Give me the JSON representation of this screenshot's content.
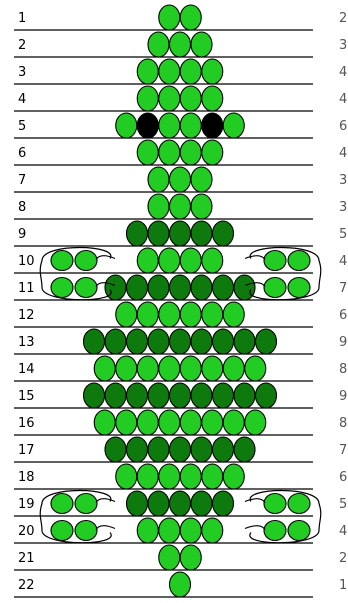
{
  "pattern": {
    "rows": [
      {
        "label": "1",
        "count": "2",
        "beads": [
          "L",
          "L"
        ]
      },
      {
        "label": "2",
        "count": "3",
        "beads": [
          "L",
          "L",
          "L"
        ]
      },
      {
        "label": "3",
        "count": "4",
        "beads": [
          "L",
          "L",
          "L",
          "L"
        ]
      },
      {
        "label": "4",
        "count": "4",
        "beads": [
          "L",
          "L",
          "L",
          "L"
        ]
      },
      {
        "label": "5",
        "count": "6",
        "beads": [
          "L",
          "K",
          "L",
          "L",
          "K",
          "L"
        ]
      },
      {
        "label": "6",
        "count": "4",
        "beads": [
          "L",
          "L",
          "L",
          "L"
        ]
      },
      {
        "label": "7",
        "count": "3",
        "beads": [
          "L",
          "L",
          "L"
        ]
      },
      {
        "label": "8",
        "count": "3",
        "beads": [
          "L",
          "L",
          "L"
        ]
      },
      {
        "label": "9",
        "count": "5",
        "beads": [
          "D",
          "D",
          "D",
          "D",
          "D"
        ]
      },
      {
        "label": "10",
        "count": "4",
        "beads": [
          "L",
          "L",
          "L",
          "L"
        ]
      },
      {
        "label": "11",
        "count": "7",
        "beads": [
          "D",
          "D",
          "D",
          "D",
          "D",
          "D",
          "D"
        ]
      },
      {
        "label": "12",
        "count": "6",
        "beads": [
          "L",
          "L",
          "L",
          "L",
          "L",
          "L"
        ]
      },
      {
        "label": "13",
        "count": "9",
        "beads": [
          "D",
          "D",
          "D",
          "D",
          "D",
          "D",
          "D",
          "D",
          "D"
        ]
      },
      {
        "label": "14",
        "count": "8",
        "beads": [
          "L",
          "L",
          "L",
          "L",
          "L",
          "L",
          "L",
          "L"
        ]
      },
      {
        "label": "15",
        "count": "9",
        "beads": [
          "D",
          "D",
          "D",
          "D",
          "D",
          "D",
          "D",
          "D",
          "D"
        ]
      },
      {
        "label": "16",
        "count": "8",
        "beads": [
          "L",
          "L",
          "L",
          "L",
          "L",
          "L",
          "L",
          "L"
        ]
      },
      {
        "label": "17",
        "count": "7",
        "beads": [
          "D",
          "D",
          "D",
          "D",
          "D",
          "D",
          "D"
        ]
      },
      {
        "label": "18",
        "count": "6",
        "beads": [
          "L",
          "L",
          "L",
          "L",
          "L",
          "L"
        ]
      },
      {
        "label": "19",
        "count": "5",
        "beads": [
          "D",
          "D",
          "D",
          "D",
          "D"
        ]
      },
      {
        "label": "20",
        "count": "4",
        "beads": [
          "L",
          "L",
          "L",
          "L"
        ]
      },
      {
        "label": "21",
        "count": "2",
        "beads": [
          "L",
          "L"
        ]
      },
      {
        "label": "22",
        "count": "1",
        "beads": [
          "L"
        ]
      }
    ],
    "legs": [
      {
        "rows": [
          "10",
          "11"
        ],
        "side": "left"
      },
      {
        "rows": [
          "10",
          "11"
        ],
        "side": "right"
      },
      {
        "rows": [
          "19",
          "20"
        ],
        "side": "left"
      },
      {
        "rows": [
          "19",
          "20"
        ],
        "side": "right"
      }
    ],
    "colors": {
      "L": "#22cc22",
      "D": "#0e7a0e",
      "K": "#000000",
      "leg": "#22cc22",
      "line": "#000000"
    }
  }
}
